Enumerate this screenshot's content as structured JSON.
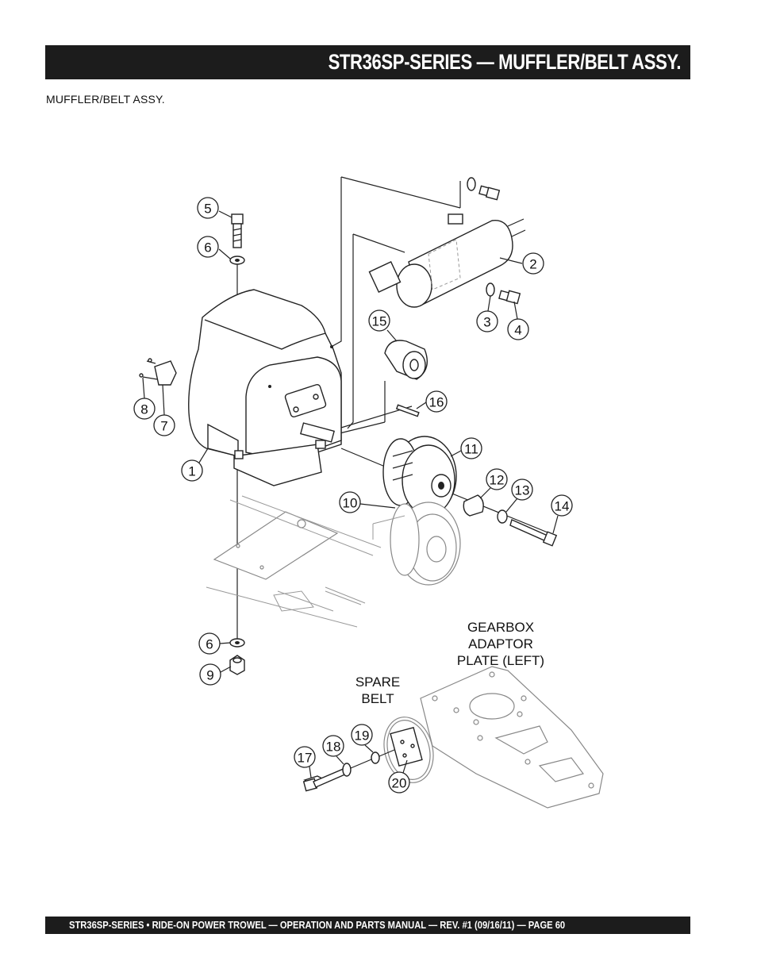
{
  "header": {
    "title": "STR36SP-SERIES — MUFFLER/BELT ASSY."
  },
  "section_label": "MUFFLER/BELT ASSY.",
  "diagram": {
    "callouts": [
      "5",
      "6",
      "2",
      "3",
      "4",
      "15",
      "16",
      "8",
      "7",
      "1",
      "11",
      "12",
      "13",
      "14",
      "10",
      "6",
      "9",
      "17",
      "18",
      "19",
      "20"
    ],
    "notes": {
      "gearbox_line1": "GEARBOX",
      "gearbox_line2": "ADAPTOR",
      "gearbox_line3": "PLATE (LEFT)",
      "spare_line1": "SPARE",
      "spare_line2": "BELT"
    }
  },
  "footer": {
    "text": "STR36SP-SERIES • RIDE-ON POWER TROWEL —  OPERATION AND PARTS MANUAL — REV. #1  (09/16/11) — PAGE 60"
  }
}
